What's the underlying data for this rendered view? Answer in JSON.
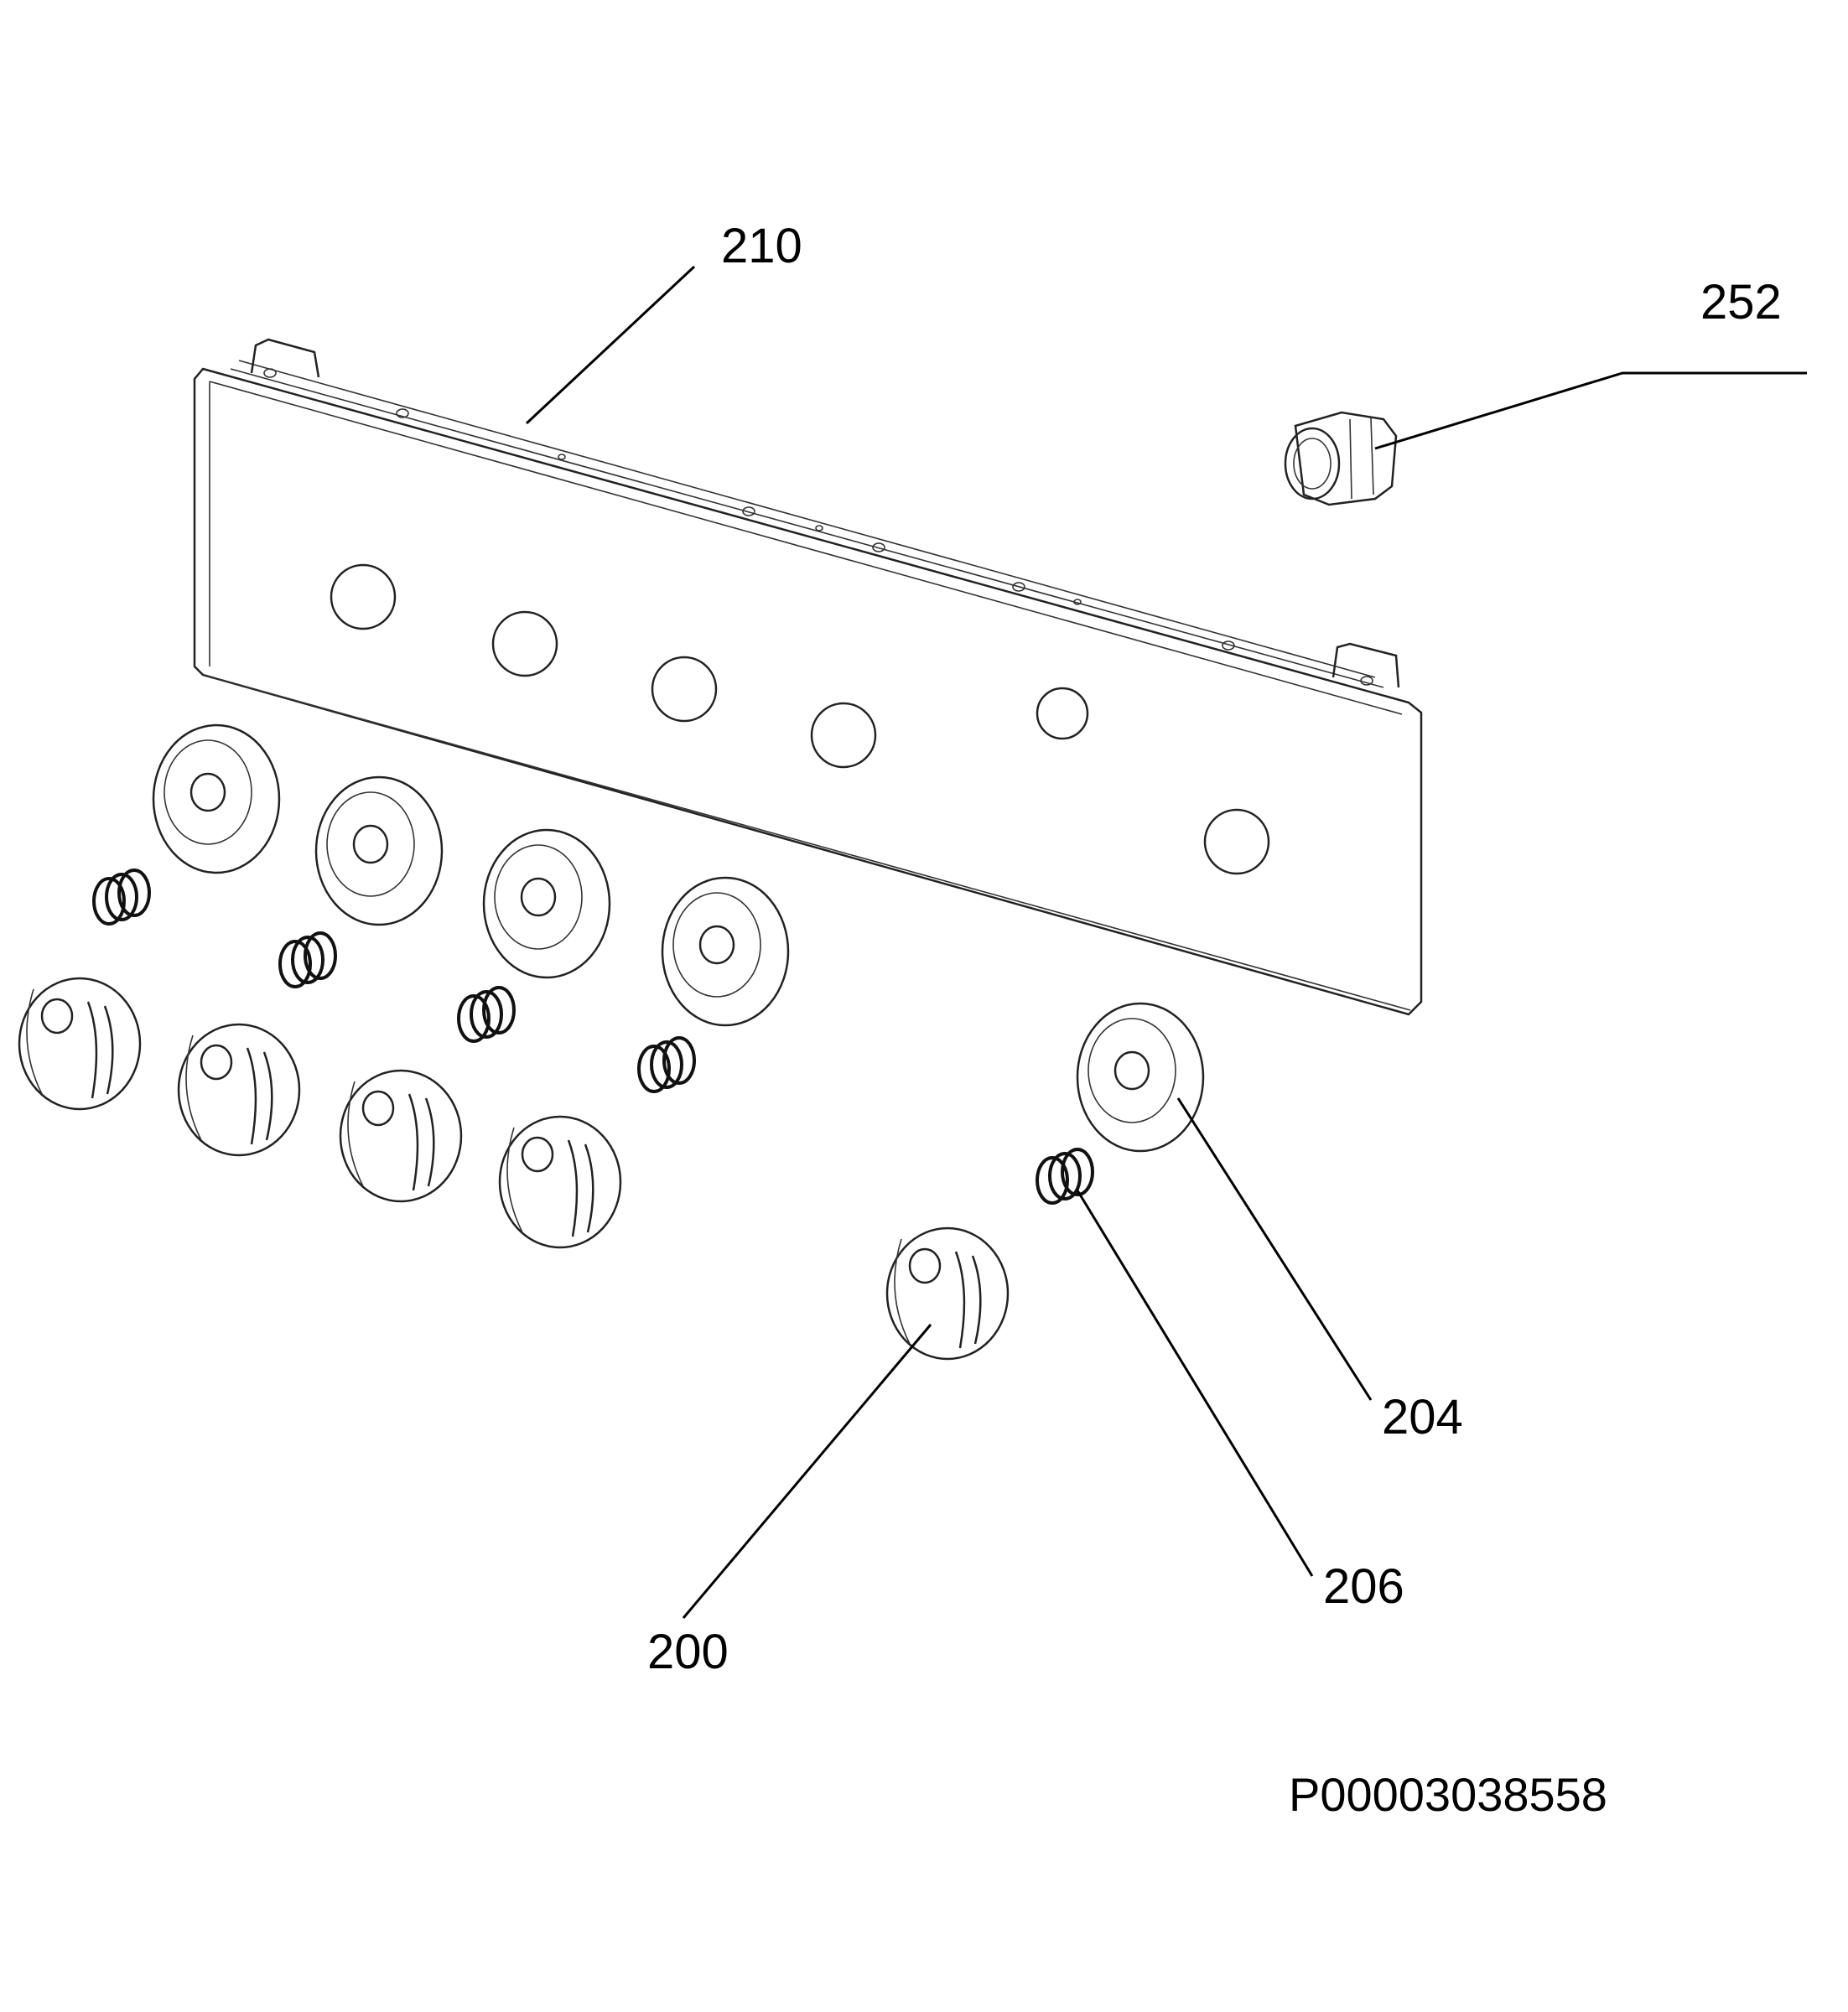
{
  "parts": [
    {
      "number": "210",
      "name": "control panel"
    },
    {
      "number": "252",
      "name": "indicator lamp"
    },
    {
      "number": "204",
      "name": "knob bezel"
    },
    {
      "number": "206",
      "name": "spring"
    },
    {
      "number": "200",
      "name": "knob"
    }
  ],
  "document_number": "P00003038558",
  "colors": {
    "line": "#000000",
    "background": "#ffffff"
  }
}
